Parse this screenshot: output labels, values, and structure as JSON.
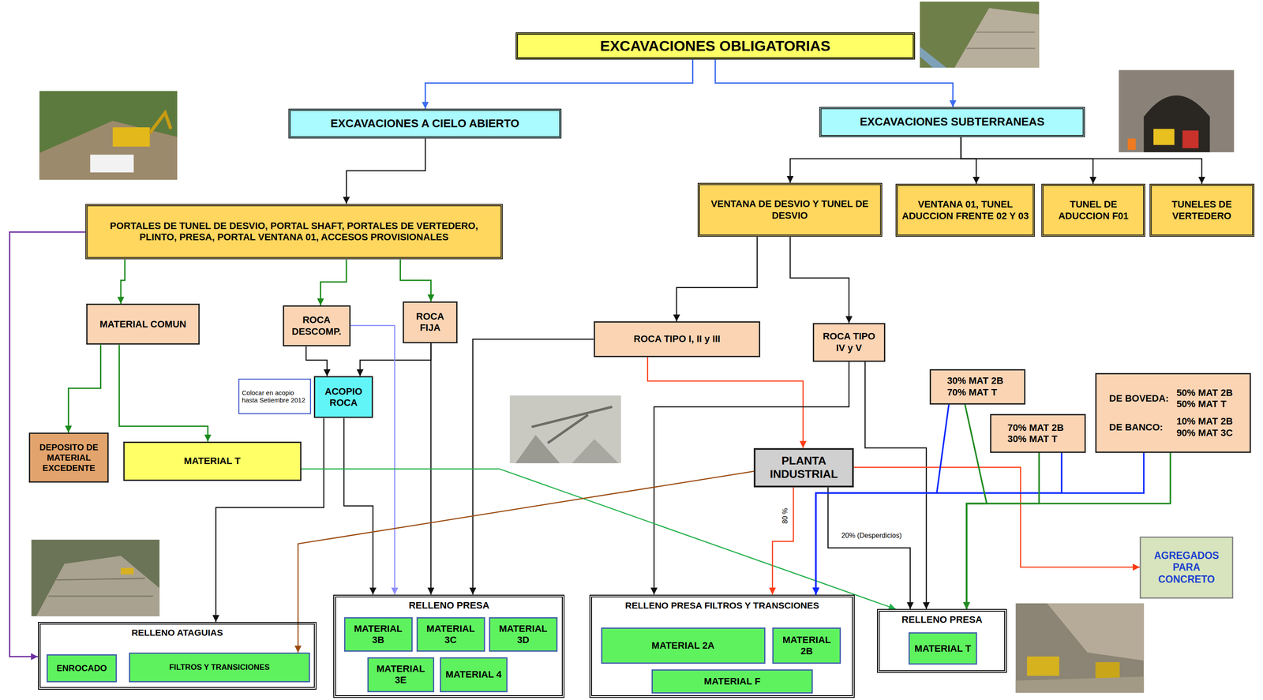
{
  "diagram": {
    "nodes": [
      {
        "text": [
          "EXCAVACIONES OBLIGATORIAS"
        ]
      },
      {
        "text": [
          "EXCAVACIONES A CIELO ABIERTO"
        ]
      },
      {
        "text": [
          "EXCAVACIONES SUBTERRANEAS"
        ]
      },
      {
        "text": [
          "PORTALES DE TUNEL DE DESVIO, PORTAL SHAFT, PORTALES DE VERTEDERO, PLINTO, PRESA, PORTAL VENTANA 01, ACCESOS PROVISIONALES"
        ]
      },
      {
        "text": [
          "VENTANA DE DESVIO Y TUNEL DE DESVIO"
        ]
      },
      {
        "text": [
          "VENTANA 01, TUNEL ADUCCION FRENTE 02 Y 03"
        ]
      },
      {
        "text": [
          "TUNEL DE ADUCCION F01"
        ]
      },
      {
        "text": [
          "TUNELES DE VERTEDERO"
        ]
      },
      {
        "text": [
          "MATERIAL COMUN"
        ]
      },
      {
        "text": [
          "ROCA DESCOMP."
        ]
      },
      {
        "text": [
          "ROCA FIJA"
        ]
      },
      {
        "text": [
          "ROCA TIPO I, II y III"
        ]
      },
      {
        "text": [
          "ROCA TIPO IV y V"
        ]
      },
      {
        "text": [
          "ACOPIO ROCA"
        ]
      },
      {
        "text": [
          "30% MAT 2B 70% MAT T"
        ]
      },
      {
        "text": [
          "DEPOSITO DE MATERIAL EXCEDENTE"
        ]
      },
      {
        "text": [
          "MATERIAL T"
        ]
      },
      {
        "text": [
          "70% MAT 2B 30% MAT T"
        ]
      },
      {
        "text": [
          "DE BOVEDA:",
          "50% MAT 2B 50% MAT T",
          "DE BANCO:",
          "10% MAT 2B 90% MAT 3C"
        ]
      },
      {
        "text": [
          "PLANTA INDUSTRIAL"
        ]
      },
      {
        "text": [
          "Colocar en acopio hasta Setiembre 2012"
        ]
      },
      {
        "text": [
          "AGREGADOS PARA CONCRETO"
        ]
      },
      {
        "text": [
          "RELLENO ATAGUIAS"
        ]
      },
      {
        "text": [
          "ENROCADO"
        ],
        "in": 22
      },
      {
        "text": [
          "FILTROS Y TRANSICIONES"
        ],
        "in": 22
      },
      {
        "text": [
          "RELLENO PRESA"
        ]
      },
      {
        "text": [
          "MATERIAL 3B"
        ],
        "in": 25
      },
      {
        "text": [
          "MATERIAL 3C"
        ],
        "in": 25
      },
      {
        "text": [
          "MATERIAL 3D"
        ],
        "in": 25
      },
      {
        "text": [
          "MATERIAL 3E"
        ],
        "in": 25
      },
      {
        "text": [
          "MATERIAL 4"
        ],
        "in": 25
      },
      {
        "text": [
          "RELLENO PRESA FILTROS Y TRANSCIONES"
        ]
      },
      {
        "text": [
          "MATERIAL 2A"
        ],
        "in": 31
      },
      {
        "text": [
          "MATERIAL 2B"
        ],
        "in": 31
      },
      {
        "text": [
          "MATERIAL F"
        ],
        "in": 31
      },
      {
        "text": [
          "RELLENO PRESA"
        ]
      },
      {
        "text": [
          "MATERIAL T"
        ],
        "in": 35
      }
    ],
    "edges": [
      {
        "from": 0,
        "to": 1,
        "arrow": "to"
      },
      {
        "from": 0,
        "to": 2,
        "arrow": "to"
      },
      {
        "from": 1,
        "to": 3,
        "arrow": "to"
      },
      {
        "from": 2,
        "to": 4,
        "arrow": "to"
      },
      {
        "from": 2,
        "to": 5,
        "arrow": "to"
      },
      {
        "from": 2,
        "to": 6,
        "arrow": "to"
      },
      {
        "from": 2,
        "to": 7,
        "arrow": "to"
      },
      {
        "from": 3,
        "to": 22,
        "arrow": "to"
      },
      {
        "from": 3,
        "to": 8,
        "arrow": "to"
      },
      {
        "from": 3,
        "to": 9,
        "arrow": "to"
      },
      {
        "from": 3,
        "to": 10,
        "arrow": "to"
      },
      {
        "from": 4,
        "to": 11,
        "arrow": "to"
      },
      {
        "from": 4,
        "to": 12,
        "arrow": "to"
      },
      {
        "from": 8,
        "to": 15,
        "arrow": "to"
      },
      {
        "from": 8,
        "to": 16,
        "arrow": "to"
      },
      {
        "from": 9,
        "to": 13,
        "arrow": "to"
      },
      {
        "from": 10,
        "to": 13,
        "arrow": "to"
      },
      {
        "from": 10,
        "to": 25,
        "arrow": "to"
      },
      {
        "from": 9,
        "to": 25,
        "arrow": "to"
      },
      {
        "from": 13,
        "to": 22,
        "arrow": "to"
      },
      {
        "from": 13,
        "to": 25,
        "arrow": "to"
      },
      {
        "from": 11,
        "to": 25,
        "arrow": "to"
      },
      {
        "from": 11,
        "to": 19,
        "arrow": "to"
      },
      {
        "from": 12,
        "to": 31,
        "arrow": "to"
      },
      {
        "from": 12,
        "to": 35,
        "arrow": "to"
      },
      {
        "from": 16,
        "to": 35,
        "arrow": "to"
      },
      {
        "from": 19,
        "to": 24,
        "arrow": "to"
      },
      {
        "from": 19,
        "to": 31,
        "label": "80 %",
        "arrow": "to"
      },
      {
        "from": 19,
        "to": 35,
        "label": "20% (Desperdicios)",
        "arrow": "to"
      },
      {
        "from": 19,
        "to": 21,
        "arrow": "to"
      },
      {
        "from": 14,
        "to": 31,
        "arrow": "to"
      },
      {
        "from": 17,
        "to": 31,
        "arrow": "to"
      },
      {
        "from": 18,
        "to": 31,
        "arrow": "to"
      },
      {
        "from": 14,
        "to": 35,
        "arrow": "to"
      },
      {
        "from": 17,
        "to": 35,
        "arrow": "to"
      },
      {
        "from": 18,
        "to": 35,
        "arrow": "to"
      }
    ]
  }
}
